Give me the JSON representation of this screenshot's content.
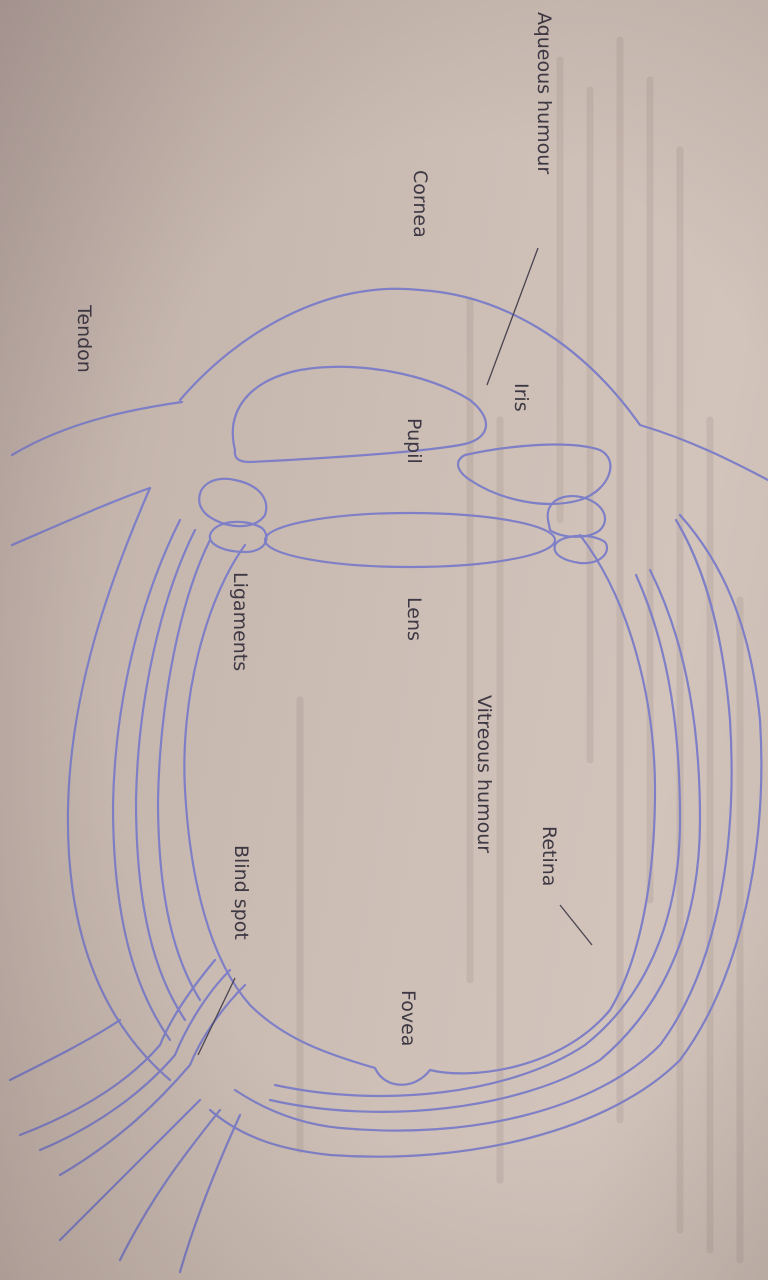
{
  "labels": {
    "aqueous_humour": "Aqueous humour",
    "cornea": "Cornea",
    "tendon": "Tendon",
    "iris": "Iris",
    "pupil": "Pupil",
    "ligaments": "Ligaments",
    "lens": "Lens",
    "vitreous_humour": "Vitreous humour",
    "retina": "Retina",
    "blind_spot": "Blind spot",
    "fovea": "Fovea"
  },
  "colors": {
    "outline": "#7e7fc6",
    "label_text": "#3e3844",
    "paper": "#cbbcb3"
  }
}
